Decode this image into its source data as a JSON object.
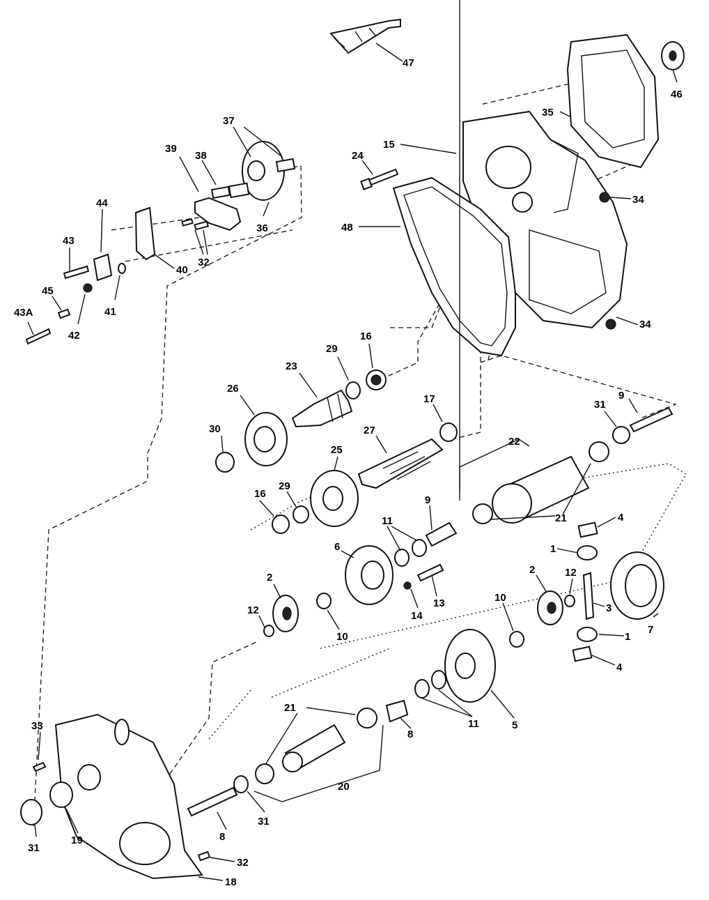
{
  "callouts": [
    {
      "id": "c47",
      "text": "47"
    },
    {
      "id": "c46",
      "text": "46"
    },
    {
      "id": "c35",
      "text": "35"
    },
    {
      "id": "c15",
      "text": "15"
    },
    {
      "id": "c24",
      "text": "24"
    },
    {
      "id": "c34a",
      "text": "34"
    },
    {
      "id": "c48",
      "text": "48"
    },
    {
      "id": "c34b",
      "text": "34"
    },
    {
      "id": "c37",
      "text": "37"
    },
    {
      "id": "c39",
      "text": "39"
    },
    {
      "id": "c38",
      "text": "38"
    },
    {
      "id": "c36",
      "text": "36"
    },
    {
      "id": "c44",
      "text": "44"
    },
    {
      "id": "c43",
      "text": "43"
    },
    {
      "id": "c40",
      "text": "40"
    },
    {
      "id": "c32a",
      "text": "32"
    },
    {
      "id": "c45",
      "text": "45"
    },
    {
      "id": "c41",
      "text": "41"
    },
    {
      "id": "c42",
      "text": "42"
    },
    {
      "id": "c43A",
      "text": "43A"
    },
    {
      "id": "c16a",
      "text": "16"
    },
    {
      "id": "c29a",
      "text": "29"
    },
    {
      "id": "c23",
      "text": "23"
    },
    {
      "id": "c26",
      "text": "26"
    },
    {
      "id": "c17",
      "text": "17"
    },
    {
      "id": "c9a",
      "text": "9"
    },
    {
      "id": "c31a",
      "text": "31"
    },
    {
      "id": "c30",
      "text": "30"
    },
    {
      "id": "c27",
      "text": "27"
    },
    {
      "id": "c22",
      "text": "22"
    },
    {
      "id": "c25",
      "text": "25"
    },
    {
      "id": "c29b",
      "text": "29"
    },
    {
      "id": "c16b",
      "text": "16"
    },
    {
      "id": "c9b",
      "text": "9"
    },
    {
      "id": "c21a",
      "text": "21"
    },
    {
      "id": "c4a",
      "text": "4"
    },
    {
      "id": "c11a",
      "text": "11"
    },
    {
      "id": "c6",
      "text": "6"
    },
    {
      "id": "c1a",
      "text": "1"
    },
    {
      "id": "c2a",
      "text": "2"
    },
    {
      "id": "c12a",
      "text": "12"
    },
    {
      "id": "c13",
      "text": "13"
    },
    {
      "id": "c14",
      "text": "14"
    },
    {
      "id": "c10a",
      "text": "10"
    },
    {
      "id": "c2b",
      "text": "2"
    },
    {
      "id": "c12b",
      "text": "12"
    },
    {
      "id": "c3",
      "text": "3"
    },
    {
      "id": "c10b",
      "text": "10"
    },
    {
      "id": "c1b",
      "text": "1"
    },
    {
      "id": "c7",
      "text": "7"
    },
    {
      "id": "c4b",
      "text": "4"
    },
    {
      "id": "c5",
      "text": "5"
    },
    {
      "id": "c11b",
      "text": "11"
    },
    {
      "id": "c21b",
      "text": "21"
    },
    {
      "id": "c8a",
      "text": "8"
    },
    {
      "id": "c33",
      "text": "33"
    },
    {
      "id": "c20",
      "text": "20"
    },
    {
      "id": "c31b",
      "text": "31"
    },
    {
      "id": "c8b",
      "text": "8"
    },
    {
      "id": "c19",
      "text": "19"
    },
    {
      "id": "c31c",
      "text": "31"
    },
    {
      "id": "c32b",
      "text": "32"
    },
    {
      "id": "c18",
      "text": "18"
    }
  ]
}
